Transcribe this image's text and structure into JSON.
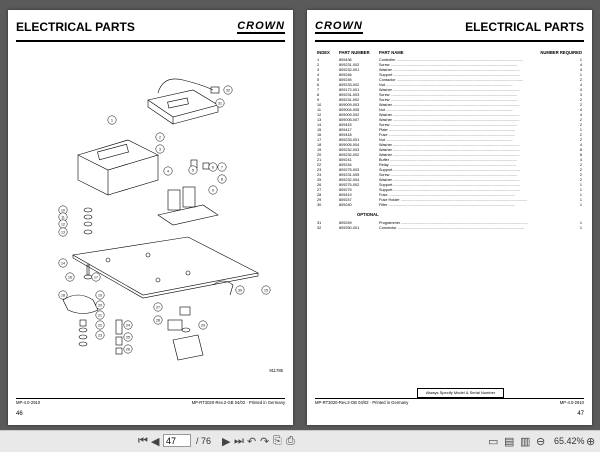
{
  "left_page": {
    "title": "ELECTRICAL PARTS",
    "logo": "CROWN",
    "figure_id": "911786",
    "footer_code": "MP-4.0-2910",
    "footer_ref": "MP-RT3020-Rev.2-GB 04/02 · Printed in Germany",
    "page_number": "46",
    "callouts": [
      "1",
      "2",
      "3",
      "4",
      "5",
      "6",
      "7",
      "8",
      "9",
      "10",
      "11",
      "12",
      "13",
      "14",
      "15",
      "16",
      "17",
      "18",
      "19",
      "20",
      "21",
      "22",
      "23",
      "24",
      "25",
      "26",
      "27",
      "28",
      "29",
      "30",
      "31",
      "32"
    ]
  },
  "right_page": {
    "title": "ELECTRICAL PARTS",
    "logo": "CROWN",
    "columns": {
      "index": "INDEX",
      "part": "PART NUMBER",
      "name": "PART NAME",
      "qty": "NUMBER REQUIRED"
    },
    "rows": [
      {
        "i": "1",
        "p": "809436",
        "n": "Controller",
        "q": "1"
      },
      {
        "i": "2",
        "p": "809231-002",
        "n": "Screw",
        "q": "4"
      },
      {
        "i": "3",
        "p": "809232-001",
        "n": "Washer",
        "q": "4"
      },
      {
        "i": "4",
        "p": "809246",
        "n": "Support",
        "q": "1"
      },
      {
        "i": "5",
        "p": "809245",
        "n": "Contactor",
        "q": "2"
      },
      {
        "i": "6",
        "p": "809233-002",
        "n": "Nut",
        "q": "4"
      },
      {
        "i": "7",
        "p": "809172-001",
        "n": "Washer",
        "q": "4"
      },
      {
        "i": "8",
        "p": "809231-003",
        "n": "Screw",
        "q": "3"
      },
      {
        "i": "9",
        "p": "809231-002",
        "n": "Screw",
        "q": "2"
      },
      {
        "i": "10",
        "p": "809009-003",
        "n": "Washer",
        "q": "2"
      },
      {
        "i": "11",
        "p": "809004-005",
        "n": "Nut",
        "q": "4"
      },
      {
        "i": "12",
        "p": "809009-002",
        "n": "Washer",
        "q": "4"
      },
      {
        "i": "13",
        "p": "809005-007",
        "n": "Washer",
        "q": "2"
      },
      {
        "i": "14",
        "p": "809415",
        "n": "Screw",
        "q": "2"
      },
      {
        "i": "15",
        "p": "809417",
        "n": "Plate",
        "q": "1"
      },
      {
        "i": "16",
        "p": "809418",
        "n": "Fuse",
        "q": "2"
      },
      {
        "i": "17",
        "p": "809233-001",
        "n": "Nut",
        "q": "2"
      },
      {
        "i": "18",
        "p": "809005-004",
        "n": "Washer",
        "q": "4"
      },
      {
        "i": "19",
        "p": "809232-003",
        "n": "Washer",
        "q": "8"
      },
      {
        "i": "20",
        "p": "809232-002",
        "n": "Washer",
        "q": "8"
      },
      {
        "i": "21",
        "p": "809241",
        "n": "Buffer",
        "q": "4"
      },
      {
        "i": "22",
        "p": "809244",
        "n": "Relay",
        "q": "2"
      },
      {
        "i": "23",
        "p": "809275-003",
        "n": "Support",
        "q": "2"
      },
      {
        "i": "24",
        "p": "809231-005",
        "n": "Screw",
        "q": "2"
      },
      {
        "i": "25",
        "p": "809232-004",
        "n": "Washer",
        "q": "2"
      },
      {
        "i": "26",
        "p": "809275-002",
        "n": "Support",
        "q": "1"
      },
      {
        "i": "27",
        "p": "809275",
        "n": "Support",
        "q": "1"
      },
      {
        "i": "28",
        "p": "809419",
        "n": "Fuse",
        "q": "1"
      },
      {
        "i": "29",
        "p": "809247",
        "n": "Fuse Holder",
        "q": "1"
      },
      {
        "i": "30",
        "p": "809240",
        "n": "Filter",
        "q": "1"
      }
    ],
    "optional_label": "OPTIONAL",
    "optional_rows": [
      {
        "i": "31",
        "p": "809249",
        "n": "Programmer",
        "q": "1"
      },
      {
        "i": "32",
        "p": "809250-001",
        "n": "Connector",
        "q": "1"
      }
    ],
    "note": "Always Specify Model & Serial Number",
    "footer_ref": "MP-RT3020-Rev.2-GB 04/02 · Printed in Germany",
    "footer_code": "MP-4.0-2910",
    "page_number": "47"
  },
  "toolbar": {
    "current_page": "47",
    "total_pages": "/ 76",
    "zoom": "65.42%",
    "icons": [
      "first-page-icon",
      "prev-page-icon",
      "next-page-icon",
      "last-page-icon",
      "prev-view-icon",
      "next-view-icon",
      "copy-icon",
      "paste-icon",
      "fit-page-icon",
      "fit-width-icon",
      "zoom-out-icon",
      "zoom-in-icon"
    ]
  }
}
